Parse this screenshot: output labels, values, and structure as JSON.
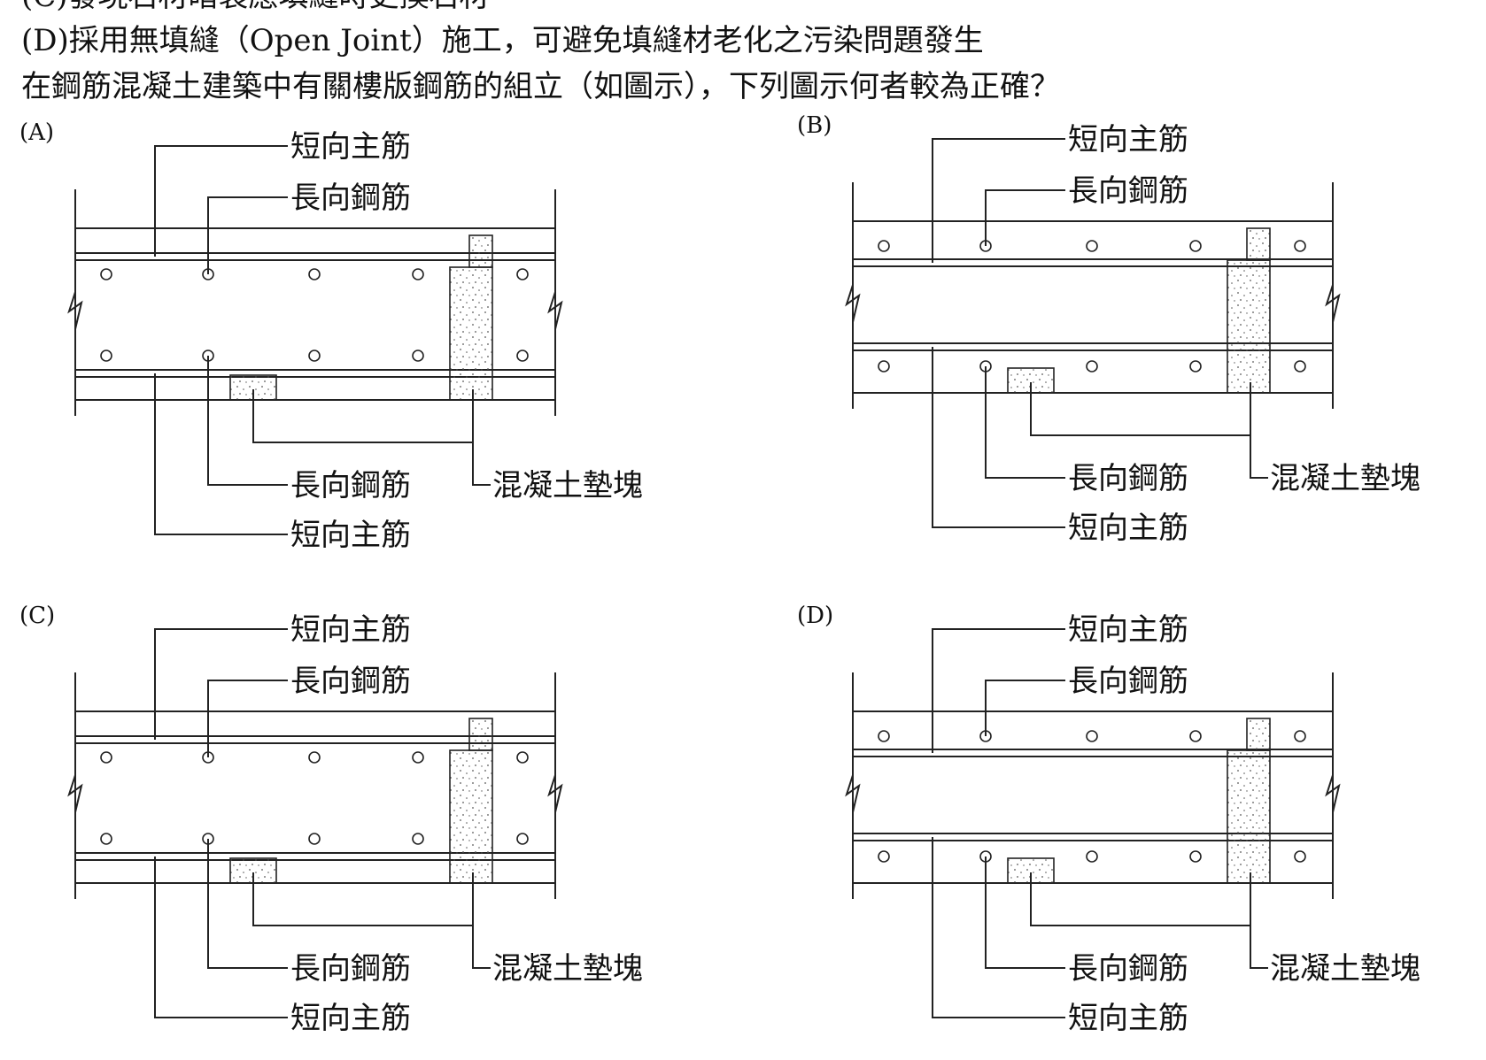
{
  "question": {
    "option_c_partial": "(C)發現石材暗裂應填縫時更換石材",
    "option_d": "(D)採用無填縫（Open Joint）施工，可避免填縫材老化之污染問題發生",
    "stem": "在鋼筋混凝土建築中有關樓版鋼筋的組立（如圖示），下列圖示何者較為正確？"
  },
  "labels": {
    "short_main_bar": "短向主筋",
    "long_bar": "長向鋼筋",
    "concrete_spacer": "混凝土墊塊"
  },
  "diagrams": [
    {
      "tag": "(A)",
      "main_inside": true
    },
    {
      "tag": "(B)",
      "main_inside": false
    },
    {
      "tag": "(C)",
      "main_inside": true
    },
    {
      "tag": "(D)",
      "main_inside": false
    }
  ]
}
